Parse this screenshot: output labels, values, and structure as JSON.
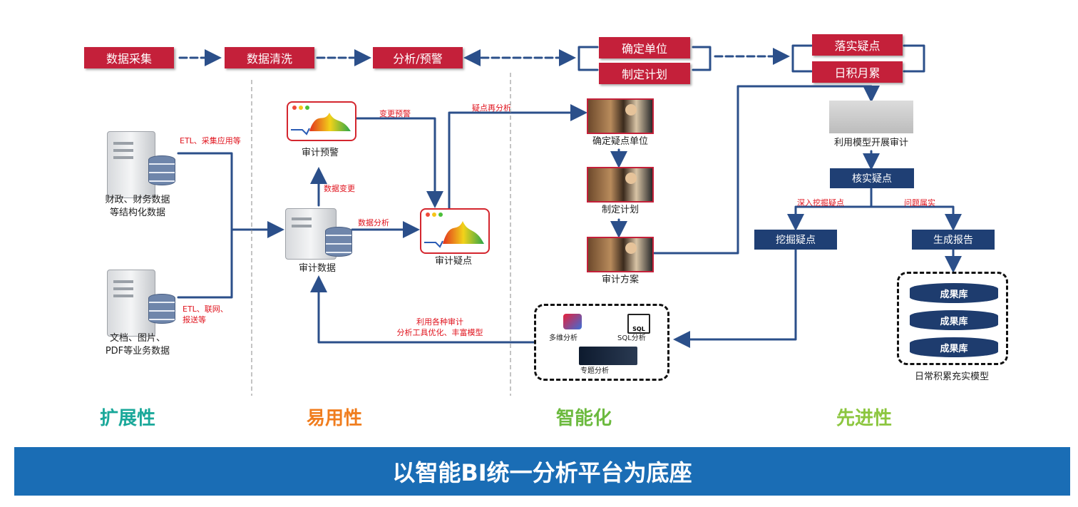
{
  "top_flow": {
    "collect": "数据采集",
    "clean": "数据清洗",
    "analyze": "分析/预警",
    "confirm_unit": "确定单位",
    "make_plan": "制定计划",
    "implement": "落实疑点",
    "accumulate": "日积月累"
  },
  "left": {
    "finance_data": "财政、财务数据\n等结构化数据",
    "docs_data": "文档、图片、\nPDF等业务数据",
    "etl1": "ETL、采集应用等",
    "etl2": "ETL、联网、\n报送等"
  },
  "middle": {
    "audit_warning": "审计预警",
    "change_warning": "变更预警",
    "data_change": "数据变更",
    "audit_data": "审计数据",
    "data_analysis": "数据分析",
    "audit_doubt": "审计疑点",
    "reanalyze": "疑点再分析",
    "tools_note": "利用各种审计\n分析工具优化、丰富模型"
  },
  "tools": {
    "multi": "多维分析",
    "sql": "SQL分析",
    "sql_icon": "SQL",
    "topic": "专题分析"
  },
  "plan": {
    "confirm": "确定疑点单位",
    "plan": "制定计划",
    "scheme": "审计方案"
  },
  "right": {
    "model_audit": "利用模型开展审计",
    "verify": "核实疑点",
    "dig_label": "深入挖掘疑点",
    "issue_label": "问题属实",
    "dig": "挖掘疑点",
    "report": "生成报告",
    "results": [
      "成果库",
      "成果库",
      "成果库"
    ],
    "results_caption": "日常积累充实模型"
  },
  "pillars": {
    "p1": "扩展性",
    "p2": "易用性",
    "p3": "智能化",
    "p4": "先进性"
  },
  "colors": {
    "red_box": "#c4203a",
    "navy_box": "#1f3f74",
    "arrow": "#2b4f8a",
    "footer": "#1a6db5",
    "p1": "#1aa89a",
    "p2": "#f07d1e",
    "p3": "#6cba3f",
    "p4": "#8cc63f"
  },
  "footer": "以智能BI统一分析平台为底座"
}
